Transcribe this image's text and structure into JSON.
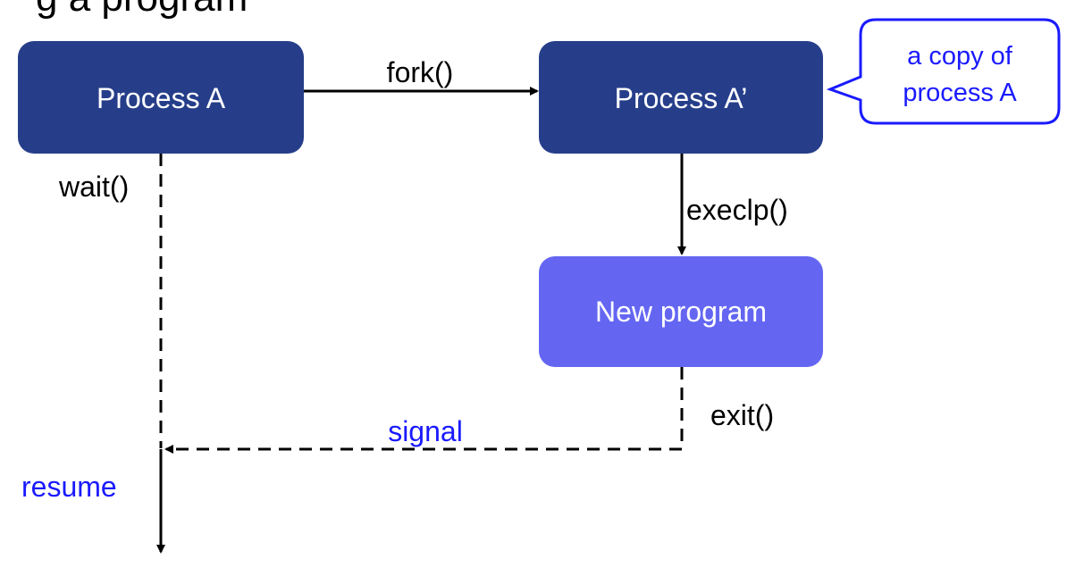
{
  "title_fragment": "g  a program",
  "nodes": {
    "process_a": "Process A",
    "process_a_copy": "Process A’",
    "new_program": "New program"
  },
  "callout": {
    "line1": "a copy of",
    "line2": "process A"
  },
  "edges": {
    "fork": "fork()",
    "wait": "wait()",
    "execlp": "execlp()",
    "exit": "exit()",
    "signal": "signal",
    "resume": "resume"
  },
  "colors": {
    "process_box": "#263e8a",
    "new_program_box": "#6466f2",
    "callout_border": "#1a1aff",
    "accent_text": "#1a1aff",
    "line": "#000000"
  }
}
